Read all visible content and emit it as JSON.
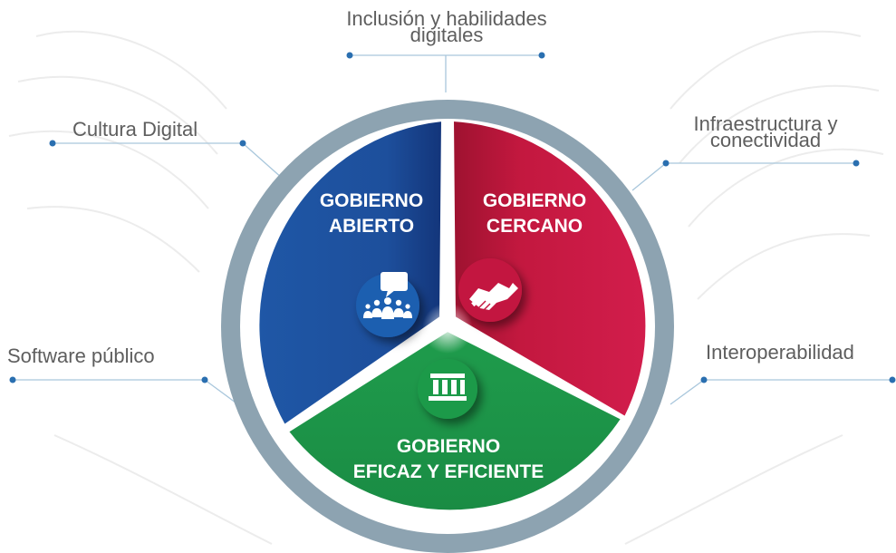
{
  "outer_labels": {
    "top": [
      "Inclusión y habilidades",
      "digitales"
    ],
    "top_left": "Cultura Digital",
    "top_right": [
      "Infraestructura y",
      "conectividad"
    ],
    "left": "Software público",
    "right": "Interoperabilidad"
  },
  "segments": {
    "open": {
      "line1": "GOBIERNO",
      "line2": "ABIERTO",
      "icon": "people-speech-icon",
      "color": "#1d4f9c"
    },
    "close": {
      "line1": "GOBIERNO",
      "line2": "CERCANO",
      "icon": "handshake-icon",
      "color": "#c3183f"
    },
    "effective": {
      "line1": "GOBIERNO",
      "line2": "EFICAZ Y EFICIENTE",
      "icon": "government-building-icon",
      "color": "#1d9a4a"
    }
  },
  "colors": {
    "ring": "#8da3b1",
    "connector": "#a9c7dc",
    "dot": "#2a6fb0",
    "label_text": "#5e5e5e"
  }
}
